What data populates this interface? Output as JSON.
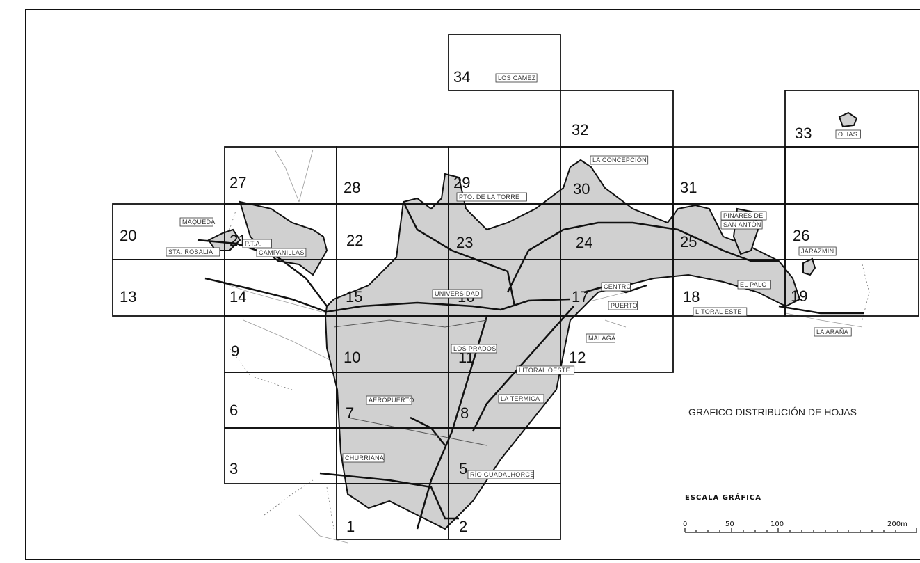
{
  "sheets": [
    "34",
    "33",
    "32",
    "31",
    "30",
    "29",
    "28",
    "27",
    "26",
    "25",
    "24",
    "23",
    "22",
    "21",
    "20",
    "19",
    "18",
    "17",
    "16",
    "15",
    "14",
    "13",
    "12",
    "11",
    "10",
    "9",
    "8",
    "7",
    "6",
    "5",
    "3",
    "2",
    "1"
  ],
  "places": [
    "LOS CAMEZ",
    "OLIAS",
    "LA CONCEPCIÓN",
    "PTO. DE LA TORRE",
    "MAQUEDA",
    "P.T.A.",
    "STA. ROSALIA",
    "CAMPANILLAS",
    "PINARES DE",
    "SAN ANTÓN",
    "JARAZMIN",
    "UNIVERSIDAD",
    "CENTRO",
    "PUERTO",
    "EL PALO",
    "LITORAL ESTE",
    "LA ARAÑA",
    "MALAGA",
    "LOS PRADOS",
    "LITORAL OESTE",
    "AEROPUERTO",
    "LA TERMICA",
    "CHURRIANA",
    "RÍO GUADALHORCE"
  ],
  "legend": {
    "title": "GRAFICO DISTRIBUCIÓN DE HOJAS",
    "scale_title": "ESCALA GRÁFICA",
    "scale_ticks": [
      "0",
      "50",
      "100",
      "200m"
    ]
  },
  "colors": {
    "urban_fill": "#d0d0d0",
    "line": "#111111",
    "frame": "#111111"
  }
}
